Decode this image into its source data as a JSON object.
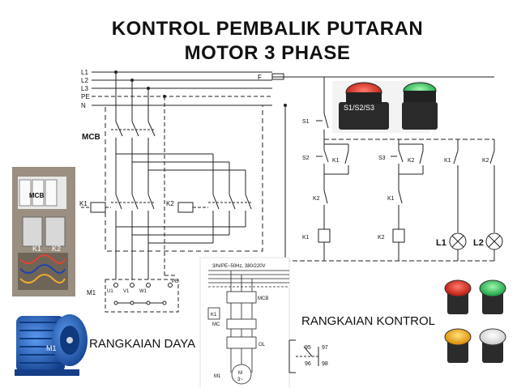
{
  "title_line1": "KONTROL PEMBALIK PUTARAN",
  "title_line2": "MOTOR 3 PHASE",
  "caption_daya": "RANGKAIAN DAYA",
  "caption_kontrol": "RANGKAIAN KONTROL",
  "bus_labels": [
    "L1",
    "L2",
    "L3",
    "PE",
    "N"
  ],
  "labels": {
    "mcb": "MCB",
    "fuse": "F",
    "k1": "K1",
    "k2": "K2",
    "m1": "M1",
    "s1": "S1",
    "s2": "S2",
    "s3": "S3",
    "l1": "L1",
    "l2": "L2",
    "pushbuttons": "S1/S2/S3",
    "mcb_photo": "MCB",
    "k1_photo": "K1",
    "k2_photo": "K2",
    "m1_photo": "M1",
    "u1": "U1",
    "v1": "V1",
    "w1": "W1",
    "pe": "PE",
    "mini_supply": "3/N/PE~50Hz, 380/220V",
    "mini_mcb": "MCB",
    "mini_mc": "MC",
    "mini_ol": "OL",
    "mini_k": "K1",
    "mini_motor": "M",
    "mini_motor_sub": "3~",
    "ol_95": "95",
    "ol_96": "96",
    "ol_97": "97",
    "ol_98": "98"
  },
  "colors": {
    "line": "#222222",
    "red_button": "#d9261c",
    "green_button": "#1aa39a",
    "motor_blue": "#1f5fbf",
    "pilot_red": "#e32b1b",
    "pilot_green": "#21c35a",
    "pilot_yellow": "#f2a500",
    "pilot_white": "#f4f4f4"
  }
}
